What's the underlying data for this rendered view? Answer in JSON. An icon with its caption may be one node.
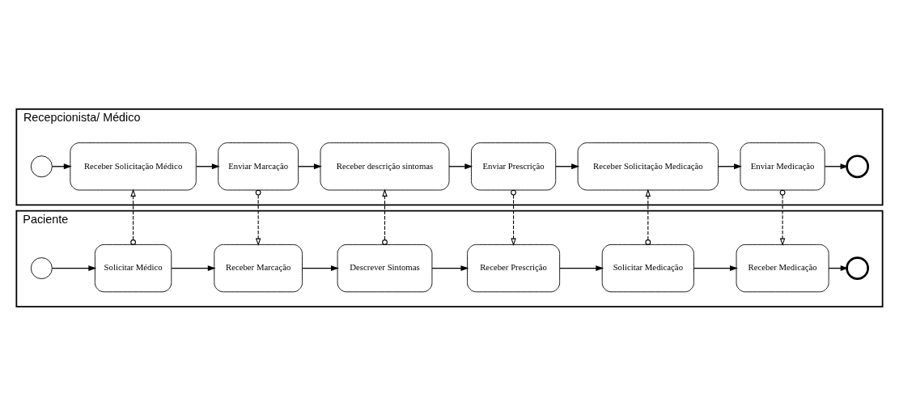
{
  "diagram": {
    "nodes": [
      {
        "text": [
          "Paciente"
        ]
      },
      {
        "text": [],
        "shape": "circle",
        "in": 0
      },
      {
        "text": [
          "Solicitar Médico"
        ],
        "in": 0
      },
      {
        "text": [
          "Receber Marcação"
        ],
        "in": 0
      },
      {
        "text": [
          "Descrever Sintomas"
        ],
        "in": 0
      },
      {
        "text": [
          "Receber Prescrição"
        ],
        "in": 0
      },
      {
        "text": [
          "Solicitar Medicação"
        ],
        "in": 0
      },
      {
        "text": [
          "Receber Medicação"
        ],
        "in": 0
      },
      {
        "text": [],
        "shape": "circle",
        "in": 0
      },
      {
        "text": [
          "Recepcionista/ Médico"
        ]
      },
      {
        "text": [],
        "shape": "circle",
        "in": 9
      },
      {
        "text": [
          "Receber Solicitação Médico"
        ],
        "in": 9
      },
      {
        "text": [
          "Enviar Marcação"
        ],
        "in": 9
      },
      {
        "text": [
          "Receber descrição sintomas"
        ],
        "in": 9
      },
      {
        "text": [
          "Enviar Prescrição"
        ],
        "in": 9
      },
      {
        "text": [
          "Receber Solicitação Medicação"
        ],
        "in": 9
      },
      {
        "text": [
          "Enviar Medicação"
        ],
        "in": 9
      },
      {
        "text": [],
        "shape": "circle",
        "in": 9
      }
    ],
    "edges": [
      {
        "from": 1,
        "to": 2,
        "arrow": "to"
      },
      {
        "from": 2,
        "to": 3,
        "arrow": "to"
      },
      {
        "from": 3,
        "to": 4,
        "arrow": "to"
      },
      {
        "from": 4,
        "to": 5,
        "arrow": "to"
      },
      {
        "from": 5,
        "to": 6,
        "arrow": "to"
      },
      {
        "from": 6,
        "to": 7,
        "arrow": "to"
      },
      {
        "from": 7,
        "to": 8,
        "arrow": "to"
      },
      {
        "from": 10,
        "to": 11,
        "arrow": "to"
      },
      {
        "from": 11,
        "to": 12,
        "arrow": "to"
      },
      {
        "from": 12,
        "to": 13,
        "arrow": "to"
      },
      {
        "from": 13,
        "to": 14,
        "arrow": "to"
      },
      {
        "from": 14,
        "to": 15,
        "arrow": "to"
      },
      {
        "from": 15,
        "to": 16,
        "arrow": "to"
      },
      {
        "from": 16,
        "to": 17,
        "arrow": "to"
      },
      {
        "from": 2,
        "to": 11,
        "arrow": "to",
        "style": "dashed"
      },
      {
        "from": 12,
        "to": 3,
        "arrow": "to",
        "style": "dashed"
      },
      {
        "from": 4,
        "to": 13,
        "arrow": "to",
        "style": "dashed"
      },
      {
        "from": 14,
        "to": 5,
        "arrow": "to",
        "style": "dashed"
      },
      {
        "from": 6,
        "to": 15,
        "arrow": "to",
        "style": "dashed"
      },
      {
        "from": 16,
        "to": 7,
        "arrow": "to",
        "style": "dashed"
      }
    ]
  }
}
